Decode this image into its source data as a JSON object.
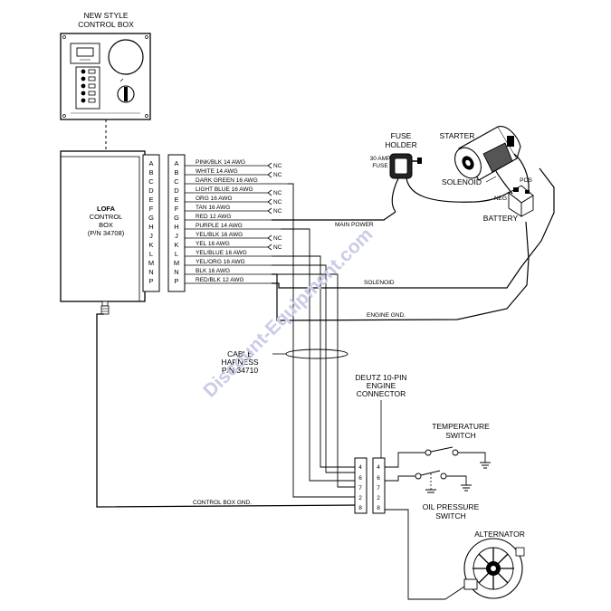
{
  "new_style_title_1": "NEW STYLE",
  "new_style_title_2": "CONTROL BOX",
  "lofa_1": "LOFA",
  "lofa_2": "CONTROL",
  "lofa_3": "BOX",
  "lofa_4": "(P/N 34708)",
  "pin_letters": [
    "A",
    "B",
    "C",
    "D",
    "E",
    "F",
    "G",
    "H",
    "J",
    "K",
    "L",
    "M",
    "N",
    "P"
  ],
  "wires": [
    "PINK/BLK 14 AWG",
    "WHITE 14 AWG",
    "DARK GREEN 16 AWG",
    "LIGHT BLUE 16 AWG",
    "ORG 16 AWG",
    "TAN 16 AWG",
    "RED 12 AWG",
    "PURPLE 14 AWG",
    "YEL/BLK 16 AWG",
    "YEL 16 AWG",
    "YEL/BLUE 16 AWG",
    "YEL/ORG 16 AWG",
    "BLK 16 AWG",
    "RED/BLK 12 AWG"
  ],
  "nc": "NC",
  "fuse_1": "FUSE",
  "fuse_2": "HOLDER",
  "fuse_3": "30 AMP",
  "fuse_4": "FUSE",
  "starter": "STARTER",
  "solenoid_label": "SOLENOID",
  "battery": "BATTERY",
  "neg": "NEG",
  "pos": "POS",
  "main_power": "MAIN POWER",
  "solenoid_wire": "SOLENOID",
  "engine_gnd": "ENGINE GND.",
  "cable_1": "CABLE",
  "cable_2": "HARNESS",
  "cable_3": "P/N 34710",
  "deutz_1": "DEUTZ 10-PIN",
  "deutz_2": "ENGINE",
  "deutz_3": "CONNECTOR",
  "conn_pins": [
    "4",
    "6",
    "7",
    "2",
    "8"
  ],
  "temp_1": "TEMPERATURE",
  "temp_2": "SWITCH",
  "oil_1": "OIL PRESSURE",
  "oil_2": "SWITCH",
  "alternator": "ALTERNATOR",
  "control_box_gnd": "CONTROL BOX  GND.",
  "watermark": "Discount-Equipment.com"
}
